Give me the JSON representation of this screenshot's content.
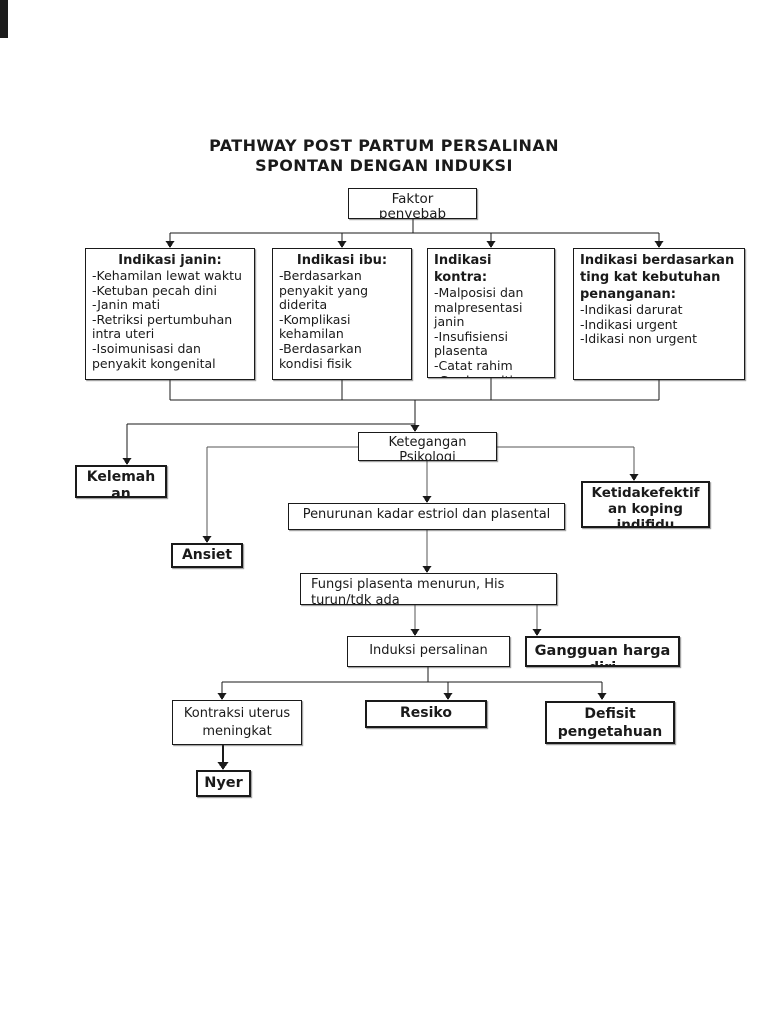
{
  "title": {
    "line1": "PATHWAY POST PARTUM PERSALINAN",
    "line2": "SPONTAN DENGAN INDUKSI"
  },
  "nodes": {
    "faktor": {
      "line1": "Faktor",
      "line2": "penyebab"
    },
    "indikasi_janin": {
      "title": "Indikasi janin:",
      "items": [
        "-Kehamilan lewat waktu",
        "-Ketuban pecah dini",
        "-Janin mati",
        "-Retriksi pertumbuhan intra uteri",
        "-Isoimunisasi dan penyakit kongenital"
      ]
    },
    "indikasi_ibu": {
      "title": "Indikasi ibu:",
      "items": [
        "-Berdasarkan penyakit yang diderita",
        "-Komplikasi kehamilan",
        "-Berdasarkan kondisi fisik"
      ]
    },
    "indikasi_kontra": {
      "title": "Indikasi kontra:",
      "items": [
        "-Malposisi dan malpresentasi janin",
        "-Insufisiensi plasenta",
        "-Catat rahim",
        "-Grade multipara"
      ]
    },
    "indikasi_tingkat": {
      "title": "Indikasi berdasarkan ting kat kebutuhan penanganan:",
      "items": [
        "-Indikasi darurat",
        "-Indikasi urgent",
        "-Idikasi non urgent"
      ]
    },
    "ketegangan": {
      "line1": "Ketegangan",
      "line2": "Psikologi"
    },
    "kelemahan": {
      "line1": "Kelemah",
      "line2": "an"
    },
    "ketidakefektif": {
      "line1": "Ketidakefektif",
      "line2": "an koping",
      "line3": "indifidu"
    },
    "ansiet": {
      "label": "Ansiet"
    },
    "penurunan": {
      "label": "Penurunan kadar estriol dan plasental"
    },
    "fungsi": {
      "line1": "Fungsi plasenta menurun, His",
      "line2": "turun/tdk ada"
    },
    "induksi": {
      "label": "Induksi persalinan"
    },
    "gangguan": {
      "line1": "Gangguan harga",
      "line2": "diri"
    },
    "kontraksi": {
      "label": "Kontraksi uterus meningkat"
    },
    "resiko": {
      "label": "Resiko"
    },
    "defisit": {
      "line1": "Defisit",
      "line2": "pengetahuan"
    },
    "nyer": {
      "label": "Nyer"
    }
  },
  "colors": {
    "text": "#1a1a1a",
    "line": "#1a1a1a",
    "thin_line": "#555555",
    "box_border": "#1a1a1a",
    "background": "#ffffff"
  }
}
